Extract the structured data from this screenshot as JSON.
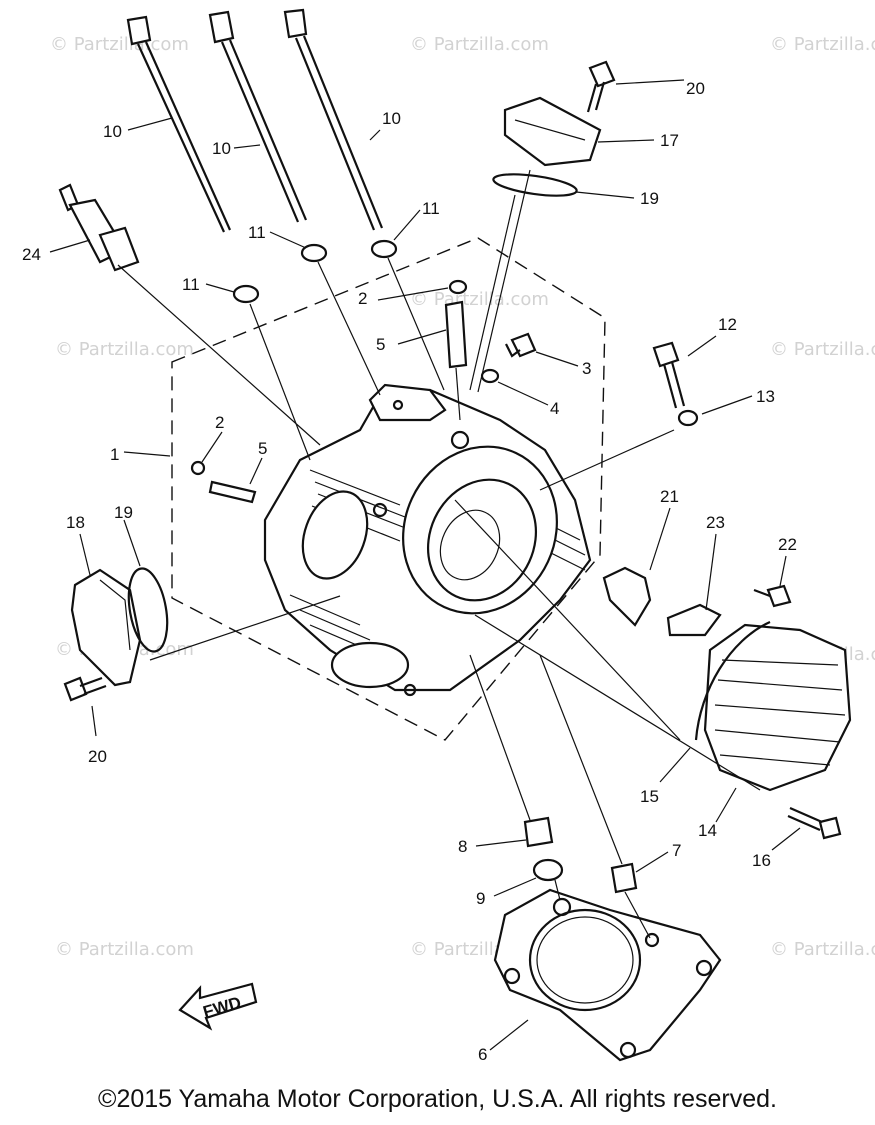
{
  "watermark": "© Partzilla.com",
  "callouts": [
    "1",
    "2",
    "2",
    "3",
    "4",
    "5",
    "5",
    "6",
    "7",
    "8",
    "9",
    "10",
    "10",
    "10",
    "11",
    "11",
    "11",
    "12",
    "13",
    "14",
    "15",
    "16",
    "17",
    "18",
    "19",
    "19",
    "20",
    "20",
    "21",
    "22",
    "23",
    "24"
  ],
  "fwd_label": "FWD",
  "copyright": "©2015  Yamaha Motor Corporation, U.S.A. All rights reserved."
}
